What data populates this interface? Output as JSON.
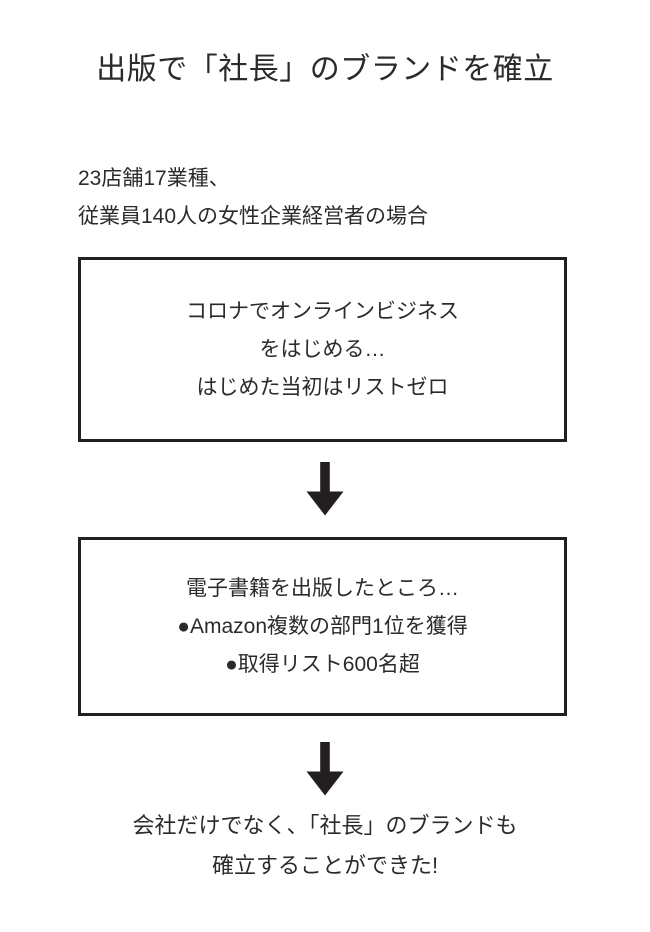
{
  "colors": {
    "background": "#ffffff",
    "text": "#2b2b2b",
    "box_border": "#231f20",
    "arrow": "#231f20"
  },
  "title": "出版で「社長」のブランドを確立",
  "subtitle": {
    "lines": [
      "23店舗17業種、",
      "従業員140人の女性企業経営者の場合"
    ]
  },
  "flow": {
    "box1": {
      "lines": [
        "コロナでオンラインビジネス",
        "をはじめる…",
        "はじめた当初はリストゼロ"
      ]
    },
    "arrow1": {
      "icon": "arrow-down-icon",
      "direction": "down"
    },
    "box2": {
      "lines": [
        "電子書籍を出版したところ…",
        "●Amazon複数の部門1位を獲得",
        "●取得リスト600名超"
      ]
    },
    "arrow2": {
      "icon": "arrow-down-icon",
      "direction": "down"
    }
  },
  "conclusion": {
    "lines": [
      "会社だけでなく、「社長」のブランドも",
      "確立することができた!"
    ]
  }
}
